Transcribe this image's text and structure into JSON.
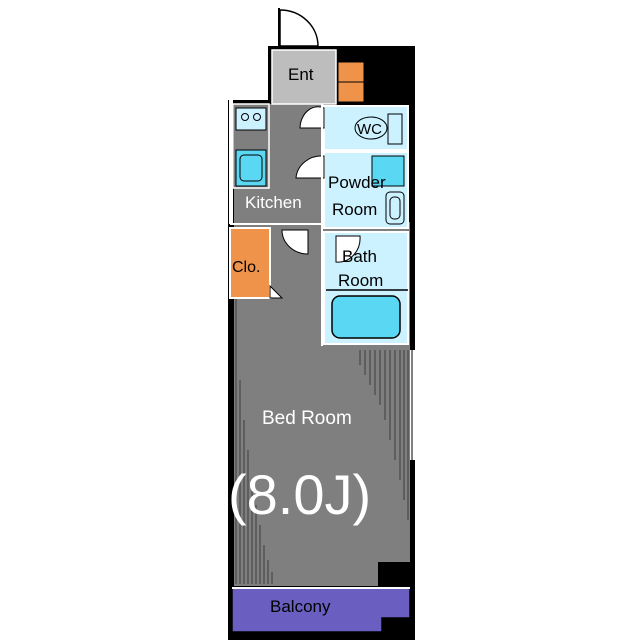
{
  "rooms": {
    "entrance": "Ent",
    "wc": "WC",
    "kitchen": "Kitchen",
    "powder_room_line1": "Powder",
    "powder_room_line2": "Room",
    "closet": "Clo.",
    "bath_room_line1": "Bath",
    "bath_room_line2": "Room",
    "bed_room": "Bed Room",
    "bed_room_size": "(8.0J)",
    "balcony": "Balcony"
  },
  "colors": {
    "floor_gray": "#7f7f7f",
    "entrance_gray": "#bdbdbd",
    "wet_area_blue": "#ccf2ff",
    "fixture_cyan": "#5ad7f2",
    "storage_orange": "#f0934a",
    "balcony_purple": "#6a5fc1",
    "wall_black": "#000000"
  }
}
